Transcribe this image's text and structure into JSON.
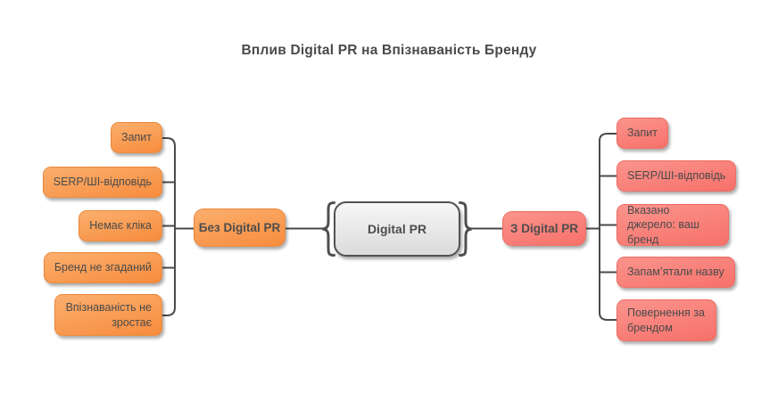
{
  "title": "Вплив Digital PR на Впізнаваність Бренду",
  "center_node": {
    "label": "Digital PR"
  },
  "left_branch": {
    "label": "Без Digital PR",
    "items": [
      {
        "label": "Запит"
      },
      {
        "label": "SERP/ШІ-відповідь"
      },
      {
        "label": "Немає кліка"
      },
      {
        "label": "Бренд не згаданий"
      },
      {
        "label": "Впізнаваність не зростає"
      }
    ]
  },
  "right_branch": {
    "label": "З Digital PR",
    "items": [
      {
        "label": "Запит"
      },
      {
        "label": "SERP/ШІ-відповідь"
      },
      {
        "label": "Вказано джерело: ваш бренд"
      },
      {
        "label": "Запам’ятали назву"
      },
      {
        "label": "Повернення за брендом"
      }
    ]
  },
  "icons": {
    "left_brace": "curly-brace-left",
    "right_brace": "curly-brace-right"
  },
  "colors": {
    "orange_top": "#FBAF6E",
    "orange_bottom": "#F78C3D",
    "red_top": "#FA948D",
    "red_bottom": "#F7716A",
    "center_top": "#F6F6F6",
    "center_bottom": "#DBDBDB",
    "connector": "#4A4A4A",
    "text": "#4A4A4A",
    "background": "#FFFFFF"
  }
}
